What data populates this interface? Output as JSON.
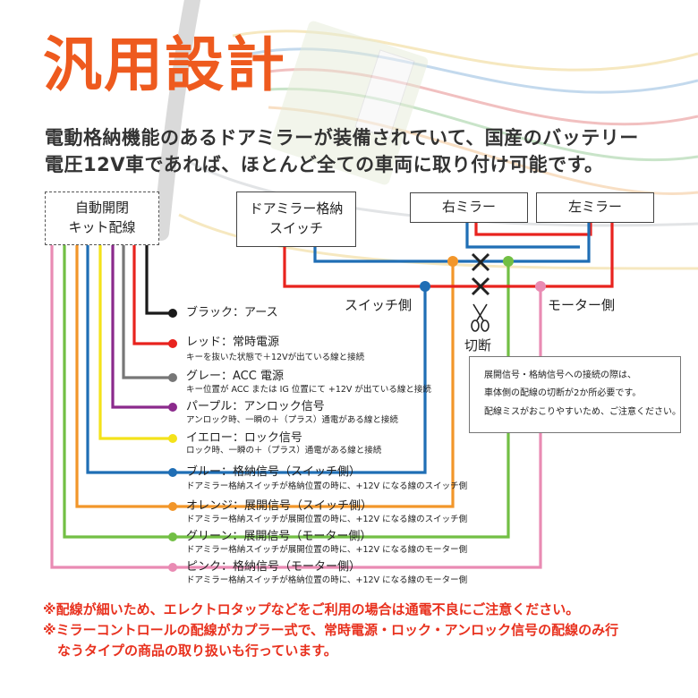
{
  "title": "汎用設計",
  "intro": {
    "line1": "電動格納機能のあるドアミラーが装備されていて、国産のバッテリー",
    "line2": "電圧12V車であれば、ほとんど全ての車両に取り付け可能です。"
  },
  "boxes": {
    "kit_line1": "自動開閉",
    "kit_line2": "キット配線",
    "switch_line1": "ドアミラー格納",
    "switch_line2": "スイッチ",
    "right_mirror": "右ミラー",
    "left_mirror": "左ミラー"
  },
  "side_labels": {
    "switch_side": "スイッチ側",
    "motor_side": "モーター側",
    "cut": "切断"
  },
  "wires": [
    {
      "title": "ブラック：アース",
      "desc": "",
      "color": "#1a1a1a"
    },
    {
      "title": "レッド：常時電源",
      "desc": "キーを抜いた状態で＋12Vが出ている線と接続",
      "color": "#e8231e"
    },
    {
      "title": "グレー：ACC 電源",
      "desc": "キー位置が ACC または IG 位置にて +12V が出ている線と接続",
      "color": "#777777"
    },
    {
      "title": "パープル：アンロック信号",
      "desc": "アンロック時、一瞬の＋（プラス）通電がある線と接続",
      "color": "#8b2a8c"
    },
    {
      "title": "イエロー：ロック信号",
      "desc": "ロック時、一瞬の＋（プラス）通電がある線と接続",
      "color": "#f4e21a"
    },
    {
      "title": "ブルー：格納信号（スイッチ側）",
      "desc": "ドアミラー格納スイッチが格納位置の時に、+12V になる線のスイッチ側",
      "color": "#1f6eb5"
    },
    {
      "title": "オレンジ：展開信号（スイッチ側）",
      "desc": "ドアミラー格納スイッチが展開位置の時に、+12V になる線のスイッチ側",
      "color": "#f2962a"
    },
    {
      "title": "グリーン：展開信号（モーター側）",
      "desc": "ドアミラー格納スイッチが展開位置の時に、+12V になる線のモーター側",
      "color": "#72bf44"
    },
    {
      "title": "ピンク：格納信号（モーター側）",
      "desc": "ドアミラー格納スイッチが格納位置の時に、+12V になる線のモーター側",
      "color": "#e98bb3"
    }
  ],
  "note": {
    "line1": "展開信号・格納信号への接続の際は、",
    "line2": "車体側の配線の切断が2か所必要です。",
    "line3": "配線ミスがおこりやすいため、ご注意ください。"
  },
  "footnotes": {
    "line1": "※配線が細いため、エレクトロタップなどをご利用の場合は通電不良にご注意ください。",
    "line2": "※ミラーコントロールの配線がカプラー式で、常時電源・ロック・アンロック信号の配線のみ行",
    "line3": "なうタイプの商品の取り扱いも行っています。"
  },
  "colors": {
    "title": "#ee5a1e",
    "footnote": "#e8311e"
  },
  "icons": {
    "cross": "cross-mark-icon",
    "scissors": "scissors-icon"
  }
}
